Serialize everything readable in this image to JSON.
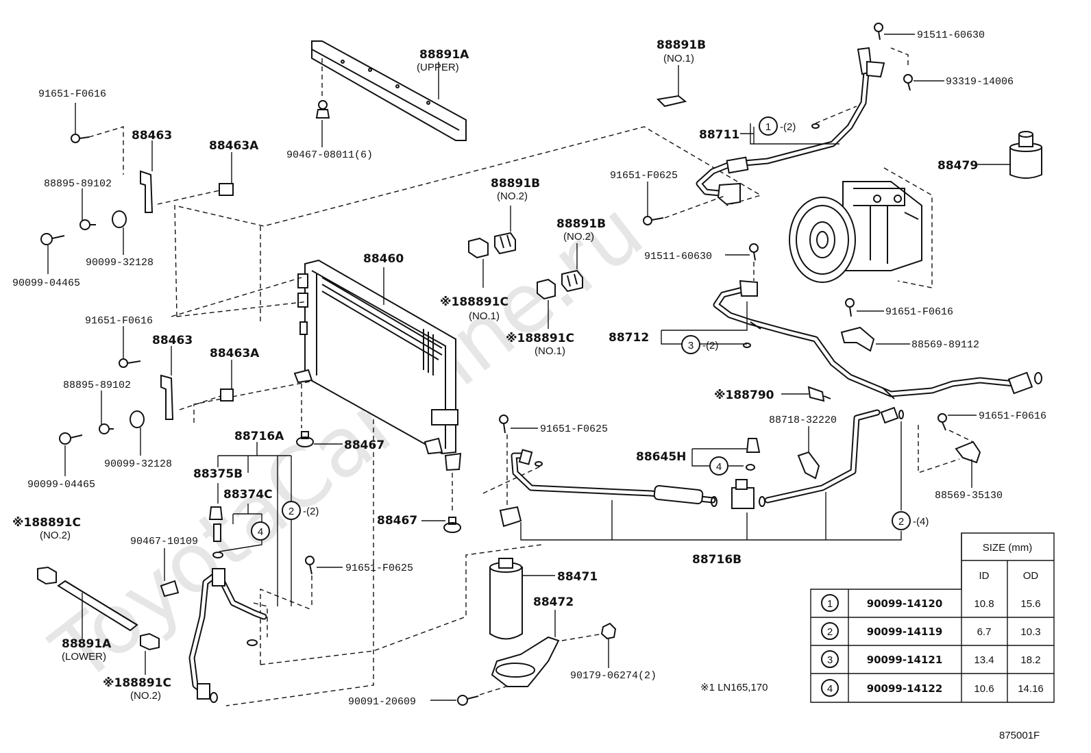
{
  "watermark": "ToyotaCarMine.ru",
  "diagram_code": "875001F",
  "note": "※1 LN165,170",
  "labels": {
    "p88891A_upper": "88891A",
    "p88891A_upper_sub": "(UPPER)",
    "p90467_08011": "90467-08011(6)",
    "p91651_F0616_a": "91651-F0616",
    "p88463_a": "88463",
    "p88463A_a": "88463A",
    "p88895_a": "88895-89102",
    "p90099_32128_a": "90099-32128",
    "p90099_04465_a": "90099-04465",
    "p88891B_no2": "88891B",
    "p88891B_no2_sub": "(NO.2)",
    "p88891B_no2b": "88891B",
    "p88891B_no2b_sub": "(NO.2)",
    "p88891C_no1_a": "※188891C",
    "p88891C_no1_a_sub": "(NO.1)",
    "p88891C_no1_b": "※188891C",
    "p88891C_no1_b_sub": "(NO.1)",
    "p88460": "88460",
    "p91651_F0616_b": "91651-F0616",
    "p88463_b": "88463",
    "p88463A_b": "88463A",
    "p88895_b": "88895-89102",
    "p90099_32128_b": "90099-32128",
    "p90099_04465_b": "90099-04465",
    "p88467_a": "88467",
    "p88467_b": "88467",
    "p88716A": "88716A",
    "p88375B": "88375B",
    "p88374C": "88374C",
    "p90467_10109": "90467-10109",
    "p91651_F0625_a": "91651-F0625",
    "p88891C_no2_a": "※188891C",
    "p88891C_no2_a_sub": "(NO.2)",
    "p88891A_lower": "88891A",
    "p88891A_lower_sub": "(LOWER)",
    "p88891C_no2_b": "※188891C",
    "p88891C_no2_b_sub": "(NO.2)",
    "p88891B_no1": "88891B",
    "p88891B_no1_sub": "(NO.1)",
    "p91511_60630_a": "91511-60630",
    "p93319_14006": "93319-14006",
    "p88711": "88711",
    "p88479": "88479",
    "p91651_F0625_b": "91651-F0625",
    "p91511_60630_b": "91511-60630",
    "p91651_F0616_c": "91651-F0616",
    "p88712": "88712",
    "p88569_89112": "88569-89112",
    "p88790": "※188790",
    "p91651_F0625_c": "91651-F0625",
    "p88718_32220": "88718-32220",
    "p91651_F0616_d": "91651-F0616",
    "p88645H": "88645H",
    "p88569_35130": "88569-35130",
    "p88716B": "88716B",
    "p88471": "88471",
    "p88472": "88472",
    "p90179_06274": "90179-06274(2)",
    "p90091_20609": "90091-20609",
    "c1_qty": "-(2)",
    "c3_qty": "-(2)",
    "c2_qty_a": "-(2)",
    "c2_qty_b": "-(4)"
  },
  "callouts": [
    "1",
    "2",
    "3",
    "4"
  ],
  "oring_table": {
    "size_header": "SIZE (mm)",
    "col_id": "ID",
    "col_od": "OD",
    "rows": [
      {
        "ref": "1",
        "part": "90099-14120",
        "id": "10.8",
        "od": "15.6"
      },
      {
        "ref": "2",
        "part": "90099-14119",
        "id": "6.7",
        "od": "10.3"
      },
      {
        "ref": "3",
        "part": "90099-14121",
        "id": "13.4",
        "od": "18.2"
      },
      {
        "ref": "4",
        "part": "90099-14122",
        "id": "10.6",
        "od": "14.16"
      }
    ]
  }
}
